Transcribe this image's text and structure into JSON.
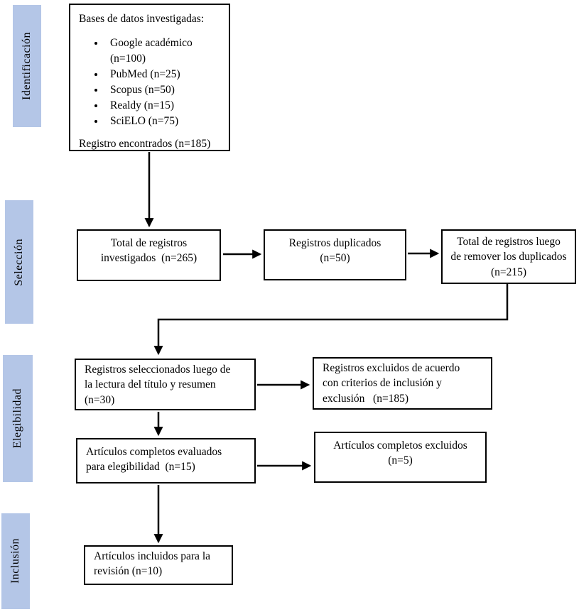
{
  "diagram": {
    "stages": [
      {
        "label": "Identificación"
      },
      {
        "label": "Selección"
      },
      {
        "label": "Elegibilidad"
      },
      {
        "label": "Inclusión"
      }
    ],
    "database_box": {
      "title": "Bases de datos investigadas:",
      "bullets": [
        "Google académico (n=100)",
        "PubMed (n=25)",
        "Scopus (n=50)",
        "Realdy (n=15)",
        "SciELO (n=75)"
      ],
      "footer": "Registro encontrados (n=185)"
    },
    "boxes": {
      "total_investigados": {
        "lines": [
          "Total de registros",
          "investigados  (n=265)"
        ]
      },
      "duplicados": {
        "lines": [
          "Registros duplicados",
          "(n=50)"
        ]
      },
      "sin_duplicados": {
        "lines": [
          "Total de registros luego",
          "de remover los duplicados",
          "(n=215)"
        ]
      },
      "seleccionados": {
        "lines": [
          "Registros seleccionados luego de",
          "la lectura del título y resumen",
          "(n=30)"
        ]
      },
      "excluidos_criterios": {
        "lines": [
          "Registros excluidos de acuerdo",
          "con criterios de inclusión y",
          "exclusión   (n=185)"
        ]
      },
      "evaluados": {
        "lines": [
          "Artículos completos evaluados",
          "para elegibilidad  (n=15)"
        ]
      },
      "excluidos_completos": {
        "lines": [
          "Artículos completos excluidos",
          "(n=5)"
        ]
      },
      "incluidos": {
        "lines": [
          "Artículos incluidos para la",
          "revisión (n=10)"
        ]
      }
    },
    "colors": {
      "stage_fill": "#b4c6e7",
      "box_border": "#000000",
      "arrow": "#000000",
      "background": "#ffffff"
    }
  }
}
